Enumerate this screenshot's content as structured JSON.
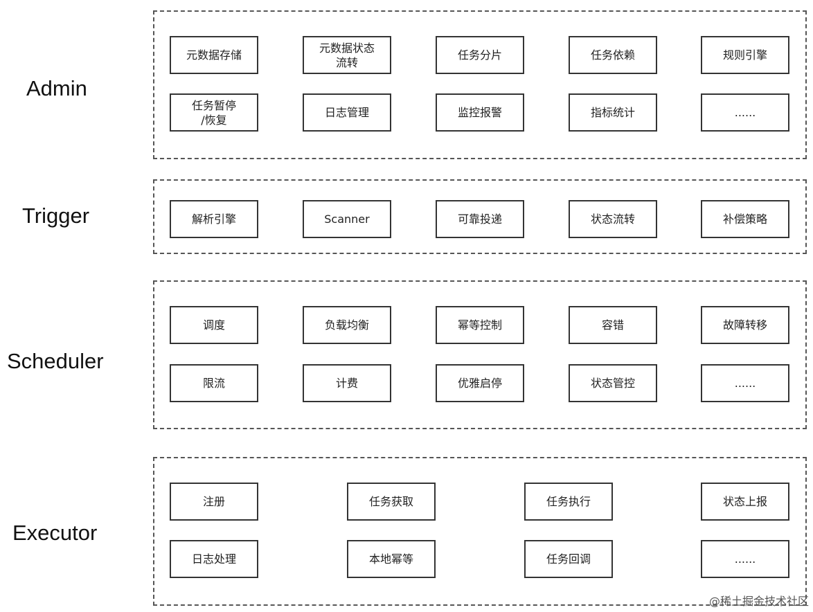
{
  "layers": {
    "admin": {
      "label": "Admin",
      "row1": [
        "元数据存储",
        "元数据状态\n流转",
        "任务分片",
        "任务依赖",
        "规则引擎"
      ],
      "row2": [
        "任务暂停\n/恢复",
        "日志管理",
        "监控报警",
        "指标统计",
        "......"
      ]
    },
    "trigger": {
      "label": "Trigger",
      "row1": [
        "解析引擎",
        "Scanner",
        "可靠投递",
        "状态流转",
        "补偿策略"
      ]
    },
    "scheduler": {
      "label": "Scheduler",
      "row1": [
        "调度",
        "负载均衡",
        "幂等控制",
        "容错",
        "故障转移"
      ],
      "row2": [
        "限流",
        "计费",
        "优雅启停",
        "状态管控",
        "......"
      ]
    },
    "executor": {
      "label": "Executor",
      "row1": [
        "注册",
        "任务获取",
        "任务执行",
        "状态上报"
      ],
      "row2": [
        "日志处理",
        "本地幂等",
        "任务回调",
        "......"
      ]
    }
  },
  "watermark": "@稀土掘金技术社区"
}
